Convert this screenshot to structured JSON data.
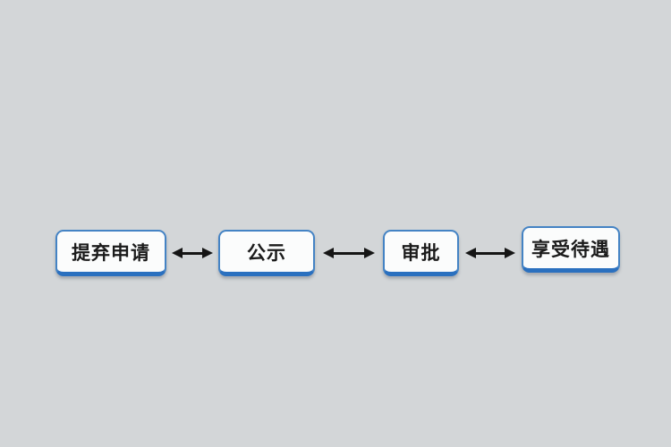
{
  "page": {
    "background_color": "#d3d6d8"
  },
  "flowchart": {
    "type": "horizontal-process-flow",
    "connector_style": "double-headed-arrow",
    "colors": {
      "box_fill": "#fbfcfc",
      "box_border": "#4483c4",
      "box_border_bottom": "#2a70bf",
      "arrow": "#151515",
      "text": "#1b1b1b"
    },
    "steps": [
      {
        "label": "提弃申请"
      },
      {
        "label": "公示"
      },
      {
        "label": "审批"
      },
      {
        "label": "享受待遇"
      }
    ]
  }
}
